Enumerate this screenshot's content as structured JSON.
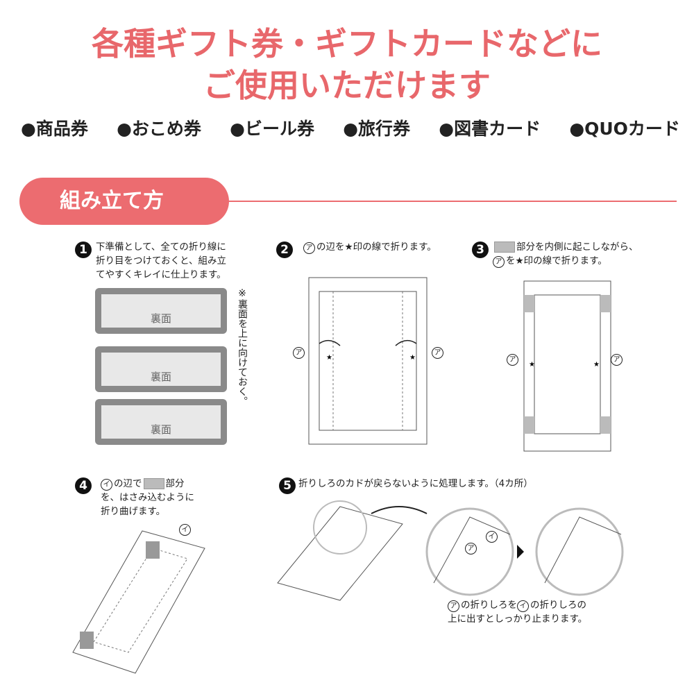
{
  "header": {
    "title_line1": "各種ギフト券・ギフトカードなどに",
    "title_line2": "ご使用いただけます",
    "cards": [
      "●商品券",
      "●おこめ券",
      "●ビール券",
      "●旅行券",
      "●図書カード",
      "●QUOカード"
    ]
  },
  "section": {
    "title": "組み立て方",
    "accent": "#ec6c70"
  },
  "steps": [
    {
      "num": "1",
      "text": "下準備として、全ての折り線に\n折り目をつけておくと、組み立\nてやすくキレイに仕上ります。",
      "panel_label": "裏面",
      "note": "※裏面を上に向けておく。"
    },
    {
      "num": "2",
      "mark": "ア",
      "text": "の辺を★印の線で折ります。",
      "diagram_labels": [
        "ア",
        "ア"
      ]
    },
    {
      "num": "3",
      "text_a": "部分を内側に起こしながら、",
      "mark": "ア",
      "text_b": "を★印の線で折ります。",
      "diagram_labels": [
        "ア",
        "ア"
      ]
    },
    {
      "num": "4",
      "mark": "イ",
      "text_a": "の辺で",
      "text_b": "部分\nを、はさみ込むように\n折り曲げます。",
      "diagram_labels": [
        "イ"
      ]
    },
    {
      "num": "5",
      "text": "折りしろのカドが戻らないように処理します。（4カ所）",
      "caption_mark_a": "ア",
      "caption_a": "の折りしろを",
      "caption_mark_b": "イ",
      "caption_b": "の折りしろの\n上に出すとしっかり止まります。",
      "diagram_labels": [
        "ア",
        "イ"
      ]
    }
  ]
}
